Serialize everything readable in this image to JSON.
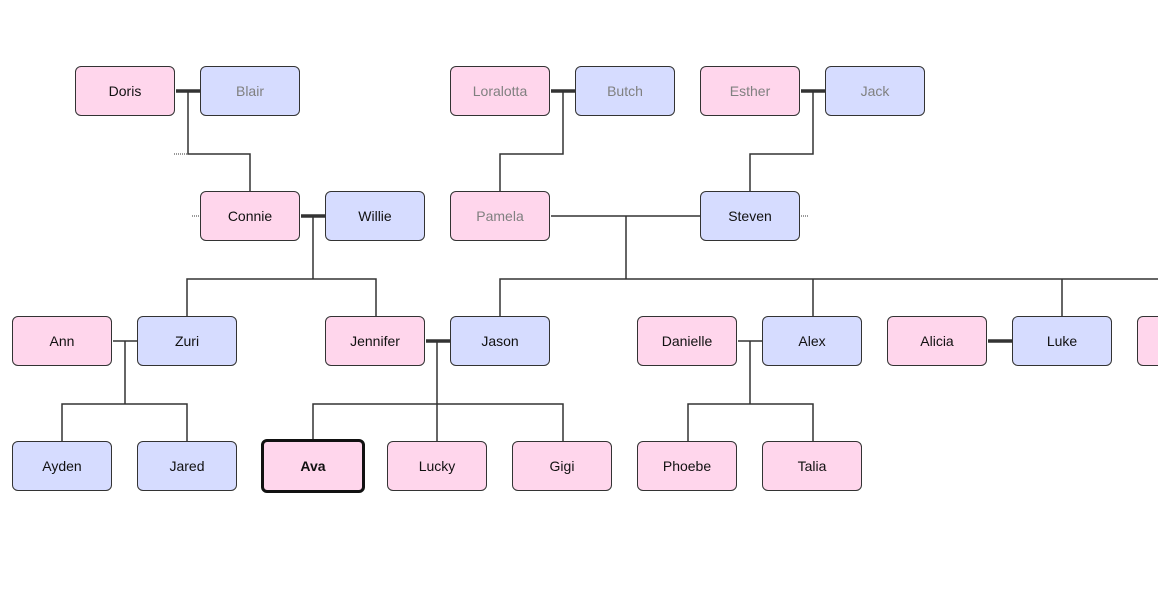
{
  "colors": {
    "female": "#ffd6ec",
    "male": "#d6dcff",
    "border": "#333333",
    "dim_text": "#808080"
  },
  "people": {
    "doris": {
      "name": "Doris",
      "gender": "female"
    },
    "blair": {
      "name": "Blair",
      "gender": "male",
      "dim": true
    },
    "loralotta": {
      "name": "Loralotta",
      "gender": "female",
      "dim": true
    },
    "butch": {
      "name": "Butch",
      "gender": "male",
      "dim": true
    },
    "esther": {
      "name": "Esther",
      "gender": "female",
      "dim": true
    },
    "jack": {
      "name": "Jack",
      "gender": "male",
      "dim": true
    },
    "connie": {
      "name": "Connie",
      "gender": "female"
    },
    "willie": {
      "name": "Willie",
      "gender": "male"
    },
    "pamela": {
      "name": "Pamela",
      "gender": "female",
      "dim": true
    },
    "steven": {
      "name": "Steven",
      "gender": "male"
    },
    "ann": {
      "name": "Ann",
      "gender": "female"
    },
    "zuri": {
      "name": "Zuri",
      "gender": "male"
    },
    "jennifer": {
      "name": "Jennifer",
      "gender": "female"
    },
    "jason": {
      "name": "Jason",
      "gender": "male"
    },
    "danielle": {
      "name": "Danielle",
      "gender": "female"
    },
    "alex": {
      "name": "Alex",
      "gender": "male"
    },
    "alicia": {
      "name": "Alicia",
      "gender": "female"
    },
    "luke": {
      "name": "Luke",
      "gender": "male"
    },
    "offscreen": {
      "name": "",
      "gender": "female"
    },
    "ayden": {
      "name": "Ayden",
      "gender": "male"
    },
    "jared": {
      "name": "Jared",
      "gender": "male"
    },
    "ava": {
      "name": "Ava",
      "gender": "female",
      "selected": true
    },
    "lucky": {
      "name": "Lucky",
      "gender": "female"
    },
    "gigi": {
      "name": "Gigi",
      "gender": "female"
    },
    "phoebe": {
      "name": "Phoebe",
      "gender": "female"
    },
    "talia": {
      "name": "Talia",
      "gender": "female"
    }
  }
}
